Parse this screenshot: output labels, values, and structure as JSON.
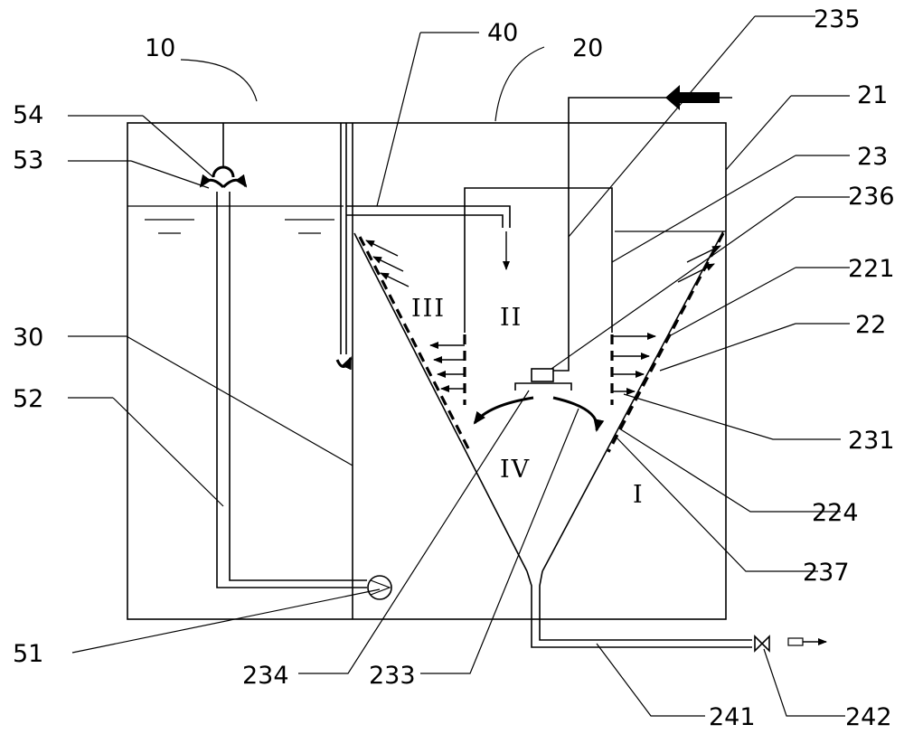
{
  "labels": {
    "n10": "10",
    "n20": "20",
    "n40": "40",
    "n235": "235",
    "n21": "21",
    "n54": "54",
    "n53": "53",
    "n23": "23",
    "n236": "236",
    "n221": "221",
    "n30": "30",
    "n22": "22",
    "n52": "52",
    "n231": "231",
    "n224": "224",
    "n237": "237",
    "n51": "51",
    "n234": "234",
    "n233": "233",
    "n241": "241",
    "n242": "242"
  },
  "zones": {
    "zone1": "I",
    "zone2": "II",
    "zone3": "III",
    "zone4": "IV"
  }
}
